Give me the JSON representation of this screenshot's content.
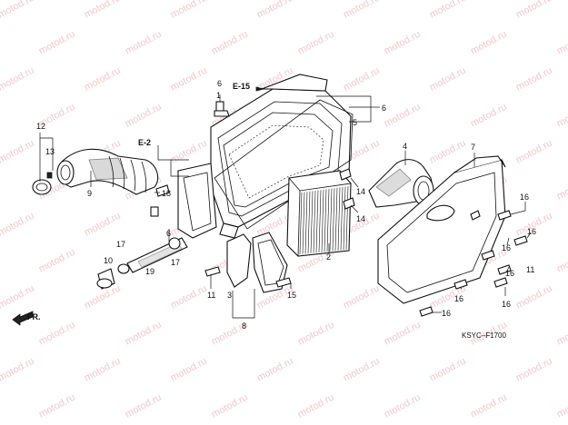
{
  "watermark": "motod.ru",
  "references": {
    "e15": "E-15",
    "e2": "E-2"
  },
  "direction_arrow": "FR.",
  "diagram_code": "KSYC–F1700",
  "callouts": {
    "c1": "1",
    "c2": "2",
    "c3": "3",
    "c4": "4",
    "c5": "5",
    "c6a": "6",
    "c6b": "6",
    "c7": "7",
    "c8": "8",
    "c9": "9",
    "c10": "10",
    "c11a": "11",
    "c11b": "11",
    "c12": "12",
    "c13": "13",
    "c14a": "14",
    "c14b": "14",
    "c15": "15",
    "c16a": "16",
    "c16b": "16",
    "c16c": "16",
    "c16d": "16",
    "c16e": "16",
    "c16f": "16",
    "c16g": "16",
    "c17a": "17",
    "c17b": "17",
    "c18": "18",
    "c19": "19"
  }
}
